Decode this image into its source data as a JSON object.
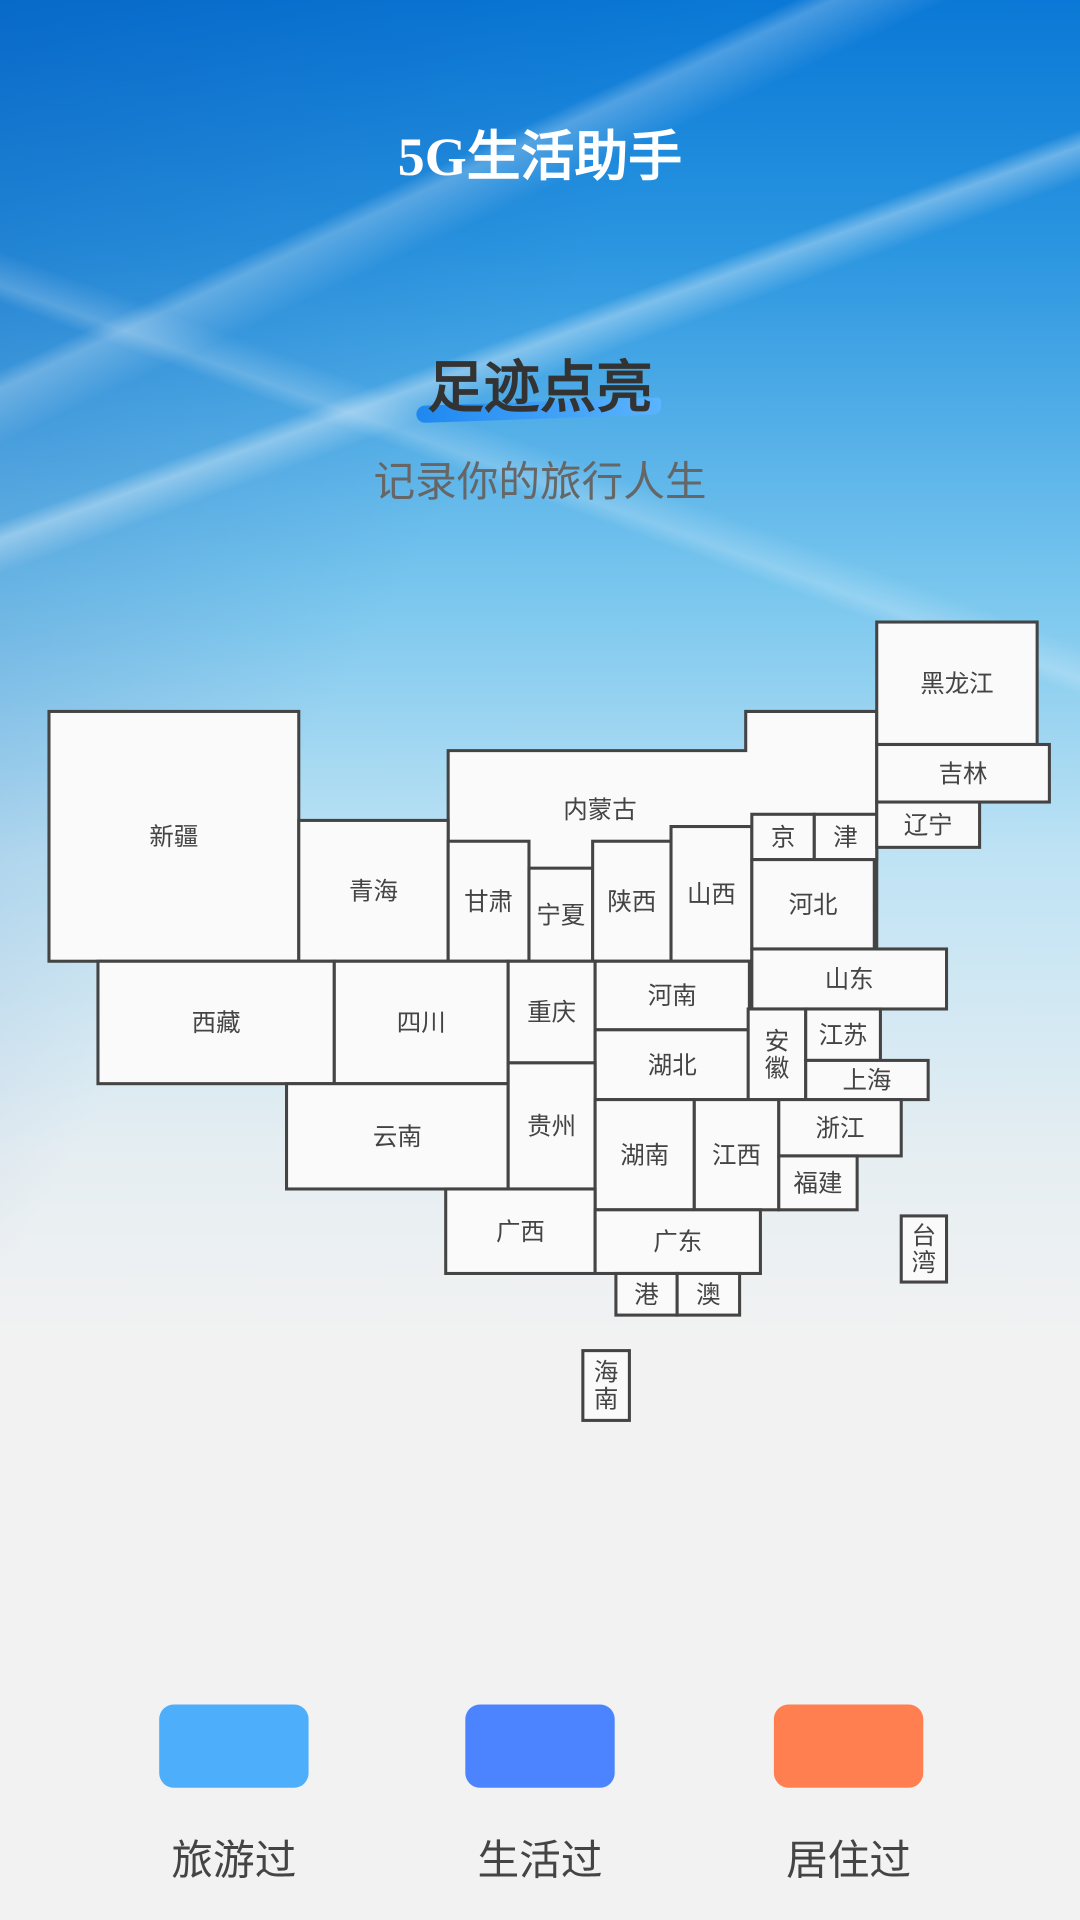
{
  "header": {
    "app_title": "5G生活助手"
  },
  "hero": {
    "headline": "足迹点亮",
    "subtitle": "记录你的旅行人生"
  },
  "map": {
    "fill_color": "#fafafa",
    "border_color": "#444444",
    "provinces": [
      {
        "id": "neimenggu",
        "name": "内蒙古"
      },
      {
        "id": "xinjiang",
        "name": "新疆"
      },
      {
        "id": "qinghai",
        "name": "青海"
      },
      {
        "id": "gansu",
        "name": "甘肃"
      },
      {
        "id": "ningxia",
        "name": "宁夏"
      },
      {
        "id": "shaanxi",
        "name": "陕西"
      },
      {
        "id": "shanxi",
        "name": "山西"
      },
      {
        "id": "beijing",
        "name": "京"
      },
      {
        "id": "tianjin",
        "name": "津"
      },
      {
        "id": "hebei",
        "name": "河北"
      },
      {
        "id": "heilongjiang",
        "name": "黑龙江"
      },
      {
        "id": "jilin",
        "name": "吉林"
      },
      {
        "id": "liaoning",
        "name": "辽宁"
      },
      {
        "id": "xizang",
        "name": "西藏"
      },
      {
        "id": "sichuan",
        "name": "四川"
      },
      {
        "id": "chongqing",
        "name": "重庆"
      },
      {
        "id": "henan",
        "name": "河南"
      },
      {
        "id": "shandong",
        "name": "山东"
      },
      {
        "id": "hubei",
        "name": "湖北"
      },
      {
        "id": "anhui",
        "name": "安徽"
      },
      {
        "id": "jiangsu",
        "name": "江苏"
      },
      {
        "id": "shanghai",
        "name": "上海"
      },
      {
        "id": "yunnan",
        "name": "云南"
      },
      {
        "id": "guizhou",
        "name": "贵州"
      },
      {
        "id": "hunan",
        "name": "湖南"
      },
      {
        "id": "jiangxi",
        "name": "江西"
      },
      {
        "id": "zhejiang",
        "name": "浙江"
      },
      {
        "id": "fujian",
        "name": "福建"
      },
      {
        "id": "guangxi",
        "name": "广西"
      },
      {
        "id": "guangdong",
        "name": "广东"
      },
      {
        "id": "xianggang",
        "name": "港"
      },
      {
        "id": "aomen",
        "name": "澳"
      },
      {
        "id": "taiwan",
        "name": "台湾"
      },
      {
        "id": "hainan",
        "name": "海南"
      }
    ]
  },
  "legend": [
    {
      "label": "旅游过",
      "color": "#4daefc"
    },
    {
      "label": "生活过",
      "color": "#4c84ff"
    },
    {
      "label": "居住过",
      "color": "#ff7f50"
    }
  ]
}
